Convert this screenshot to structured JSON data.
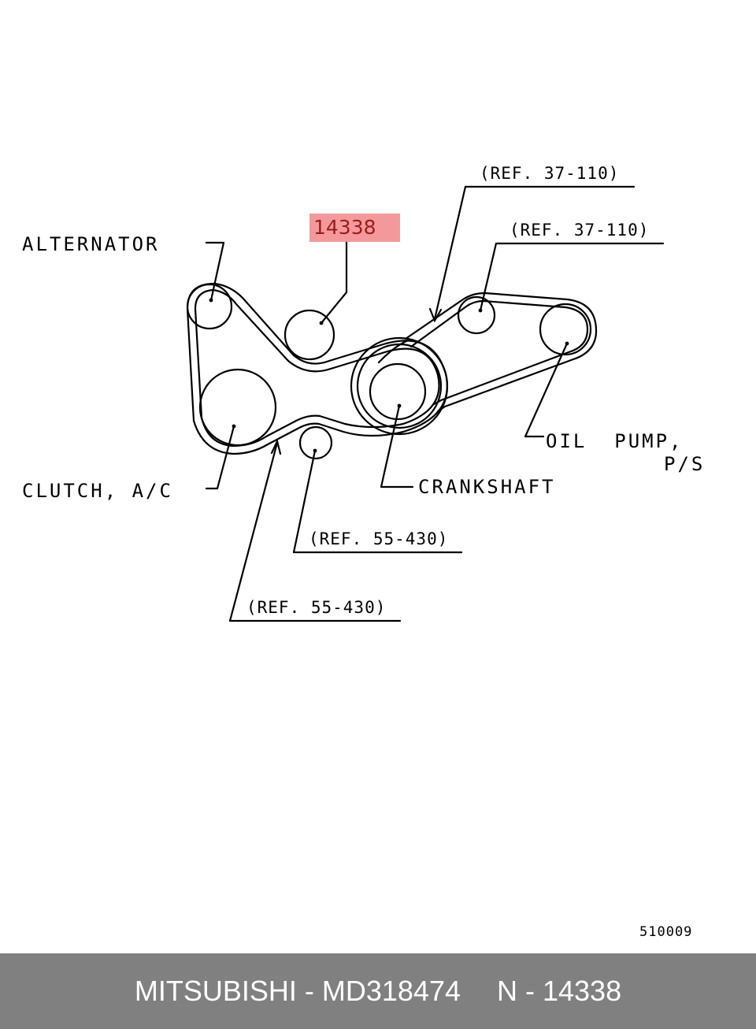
{
  "diagram": {
    "callout": "14338",
    "labels": {
      "alternator": "ALTERNATOR",
      "clutch": "CLUTCH, A/C",
      "crankshaft": "CRANKSHAFT",
      "oil_pump_line1": "OIL  PUMP,",
      "oil_pump_line2": "P/S",
      "ref_top": "(REF. 37-110)",
      "ref_top_right": "(REF. 37-110)",
      "ref_mid": "(REF. 55-430)",
      "ref_bottom": "(REF. 55-430)"
    },
    "drawing_number": "510009"
  },
  "footer": {
    "brand_part": "MITSUBISHI - MD318474",
    "ref_number": "N - 14338"
  }
}
